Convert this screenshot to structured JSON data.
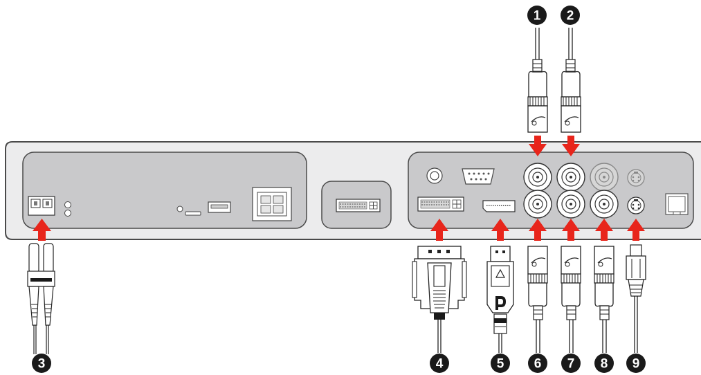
{
  "callouts": [
    "1",
    "2",
    "3",
    "4",
    "5",
    "6",
    "7",
    "8",
    "9"
  ],
  "colors": {
    "panel_fill": "#ececed",
    "panel_stroke": "#4a4a4a",
    "recess_fill": "#c9c9cb",
    "arrow": "#e8251b",
    "callout_fill": "#1a1a1a",
    "callout_text": "#ffffff",
    "cable_fill": "#ffffff",
    "cable_stroke": "#222222"
  },
  "icons": {
    "displayport_logo": "displayport-logo-icon",
    "triangle_mark": "triangle-icon"
  }
}
